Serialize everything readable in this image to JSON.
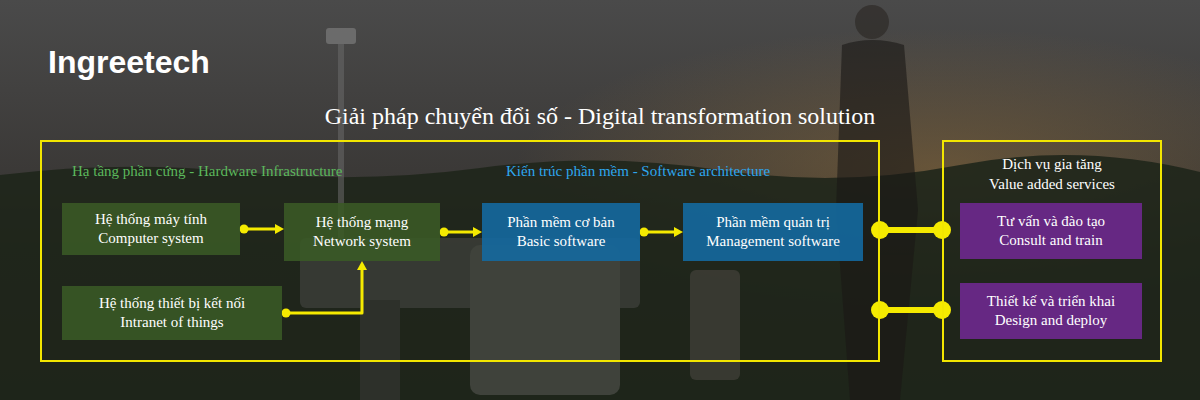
{
  "diagram": {
    "title": "Giải pháp chuyển đổi số - Digital transformation solution",
    "nodes": [
      {
        "text": [
          "Hạ tầng phần cứng - Hardware Infrastructure",
          "Kiến trúc phần mềm - Software architecture"
        ]
      },
      {
        "text": [
          "Hệ thống máy tính",
          "Computer system"
        ],
        "in": 0
      },
      {
        "text": [
          "Hệ thống mạng",
          "Network system"
        ],
        "in": 0
      },
      {
        "text": [
          "Hệ thống thiết bị kết nối",
          "Intranet of things"
        ],
        "in": 0
      },
      {
        "text": [
          "Phần mềm cơ bản",
          "Basic software"
        ],
        "in": 0
      },
      {
        "text": [
          "Phần mềm quản trị",
          "Management software"
        ],
        "in": 0
      },
      {
        "text": [
          "Dịch vụ gia tăng",
          "Value added services"
        ]
      },
      {
        "text": [
          "Tư vấn và đào tạo",
          "Consult and train"
        ],
        "in": 6
      },
      {
        "text": [
          "Thiết kế và triển khai",
          "Design and deploy"
        ],
        "in": 6
      }
    ],
    "edges": [
      {
        "from": 1,
        "to": 2,
        "arrow": "to"
      },
      {
        "from": 3,
        "to": 2,
        "arrow": "to"
      },
      {
        "from": 2,
        "to": 4,
        "arrow": "to"
      },
      {
        "from": 4,
        "to": 5,
        "arrow": "to"
      },
      {
        "from": 0,
        "to": 6,
        "arrow": "none"
      },
      {
        "from": 0,
        "to": 6,
        "arrow": "none"
      }
    ],
    "labels": [
      "Ingreetech"
    ]
  }
}
